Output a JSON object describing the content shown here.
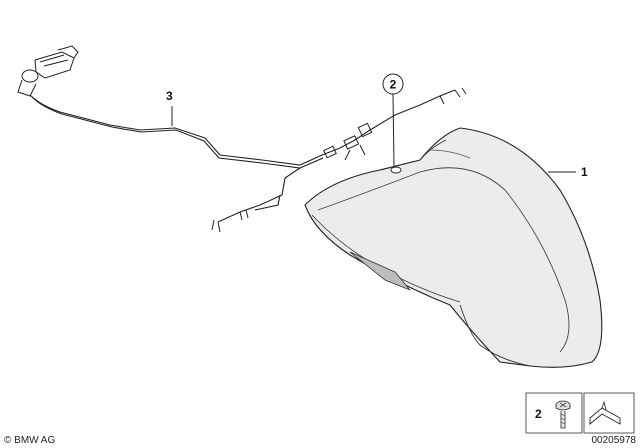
{
  "callouts": {
    "part1": "1",
    "part2": "2",
    "part3": "3"
  },
  "legend": {
    "screw_number": "2"
  },
  "footer": {
    "copyright": "© BMW AG",
    "image_number": "00205978"
  }
}
